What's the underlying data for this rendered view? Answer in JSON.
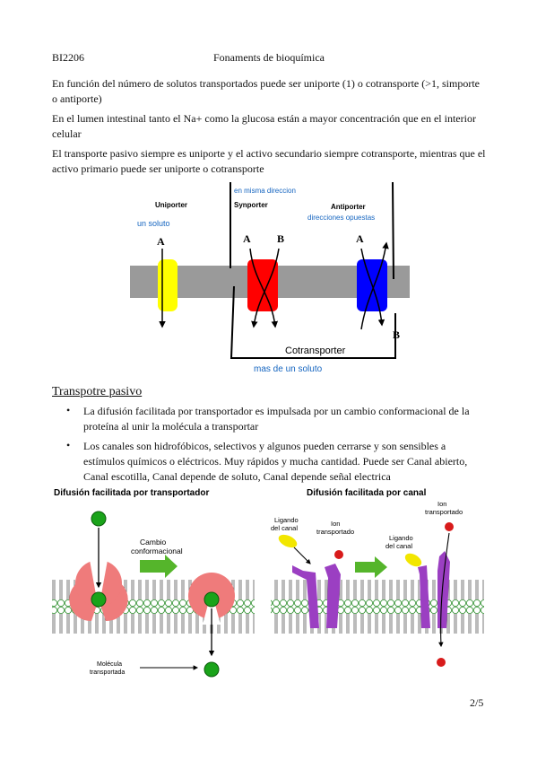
{
  "header": {
    "code": "BI2206",
    "title": "Fonaments de bioquímica"
  },
  "paragraphs": [
    "En función del número de solutos transportados puede ser uniporte (1) o cotransporte (>1, simporte o antiporte)",
    "En el lumen intestinal tanto el Na+ como la glucosa están a mayor concentración que en el interior celular",
    "El transporte pasivo siempre es uniporte y el activo secundario siempre cotransporte, mientras que el activo primario puede ser uniporte o cotransporte"
  ],
  "figure1": {
    "uniporter_title": "Uniporter",
    "uniporter_note": "un soluto",
    "synporter_title": "Synporter",
    "synporter_note": "en misma direccion",
    "antiporter_title": "Antiporter",
    "antiporter_note": "direcciones opuestas",
    "label_a": "A",
    "label_b": "B",
    "cotransporter_label": "Cotransporter",
    "bottom_note": "mas de un soluto",
    "colors": {
      "membrane": "#9a9a9a",
      "uniporter": "#ffff00",
      "synporter": "#ff0000",
      "antiporter": "#0000ff",
      "handwriting": "#1565c0"
    }
  },
  "section": {
    "title": "Transpotre pasivo",
    "bullets": [
      "La difusión facilitada por transportador es impulsada por un cambio conformacional de la proteína al unir la molécula a transportar",
      "Los canales son hidrofóbicos, selectivos y algunos pueden cerrarse y son sensibles a estímulos químicos o eléctricos. Muy rápidos y mucha cantidad. Puede ser Canal abierto, Canal escotilla, Canal depende de soluto, Canal depende señal electrica"
    ]
  },
  "figure2": {
    "left_title": "Difusión facilitada por transportador",
    "change_line1": "Cambio",
    "change_line2": "conformacional",
    "molecule_line1": "Molécula",
    "molecule_line2": "transportada",
    "right_title": "Difusión facilitada por canal",
    "ligand1_line1": "Ligando",
    "ligand1_line2": "del canal",
    "ion1_line1": "Ion",
    "ion1_line2": "transportado",
    "ligand2_line1": "Ligando",
    "ligand2_line2": "del canal",
    "ion2_line1": "Ion",
    "ion2_line2": "transportado",
    "colors": {
      "protein": "#ef7b7b",
      "channel": "#9b3fc2",
      "molecule": "#1aa31a",
      "ion": "#d81b1b",
      "ligand": "#f2e600",
      "arrow": "#55b52b"
    }
  },
  "page_number": "2/5"
}
